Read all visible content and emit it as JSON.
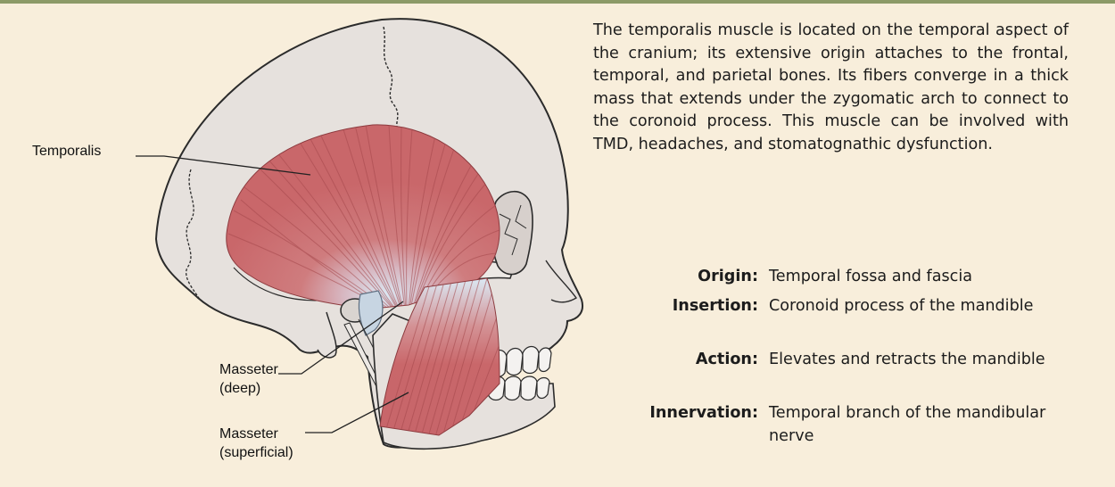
{
  "figure": {
    "labels": {
      "temporalis": "Temporalis",
      "masseter_deep_line1": "Masseter",
      "masseter_deep_line2": "(deep)",
      "masseter_superficial_line1": "Masseter",
      "masseter_superficial_line2": "(superficial)"
    },
    "colors": {
      "background": "#f8eedb",
      "rule": "#8c9a67",
      "bone": "#e6e1dd",
      "bone_outline": "#2b2b2b",
      "muscle": "#cb6b6d",
      "muscle_fiber": "#9e3b40",
      "tendon": "#d6e4f0"
    }
  },
  "panel": {
    "description": "The temporalis muscle is located on the temporal aspect of the cranium; its extensive origin attaches to the frontal, temporal, and parietal bones. Its fibers converge in a thick mass that extends under the zygomatic arch to connect to the coronoid process. This muscle can be involved with TMD, headaches, and stomatognathic dysfunction.",
    "facts": [
      {
        "term": "Origin:",
        "value": "Temporal fossa and fascia"
      },
      {
        "term": "Insertion:",
        "value": "Coronoid process of the mandible"
      },
      {
        "term": "Action:",
        "value": "Elevates and retracts the mandible"
      },
      {
        "term": "Innervation:",
        "value": "Temporal branch of the mandibular nerve"
      }
    ]
  }
}
